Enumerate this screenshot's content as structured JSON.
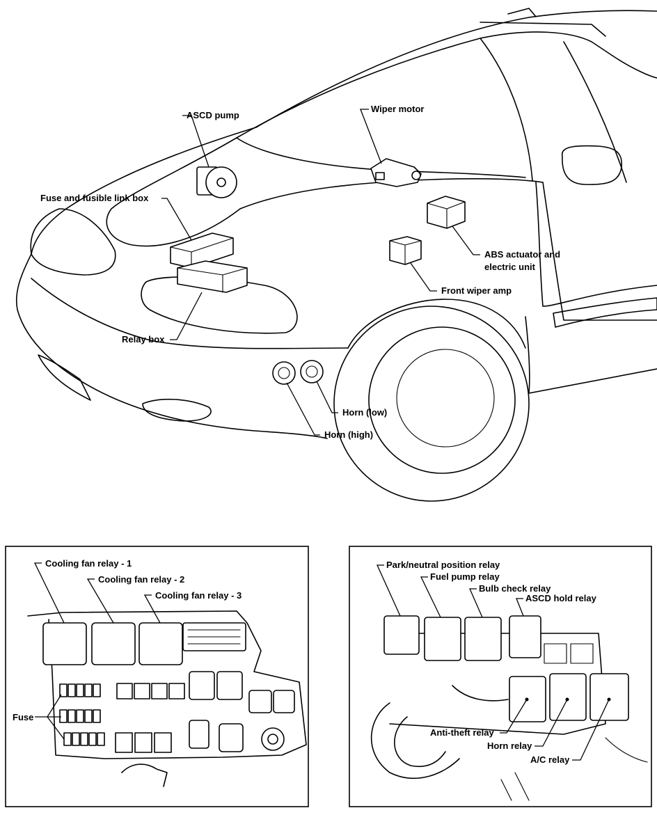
{
  "top_diagram": {
    "labels": {
      "ascd_pump": "ASCD pump",
      "wiper_motor": "Wiper motor",
      "fuse_link_box": "Fuse and fusible link box",
      "abs_line1": "ABS actuator and",
      "abs_line2": "electric unit",
      "front_wiper_amp": "Front wiper amp",
      "relay_box": "Relay box",
      "horn_low": "Horn (low)",
      "horn_high": "Horn (high)"
    }
  },
  "left_panel": {
    "labels": {
      "cooling_fan_1": "Cooling fan relay - 1",
      "cooling_fan_2": "Cooling fan relay - 2",
      "cooling_fan_3": "Cooling fan relay - 3",
      "fuse": "Fuse"
    }
  },
  "right_panel": {
    "labels": {
      "park_neutral": "Park/neutral position relay",
      "fuel_pump": "Fuel pump relay",
      "bulb_check": "Bulb check relay",
      "ascd_hold": "ASCD hold relay",
      "anti_theft": "Anti-theft relay",
      "horn_relay": "Horn relay",
      "ac_relay": "A/C relay"
    }
  }
}
